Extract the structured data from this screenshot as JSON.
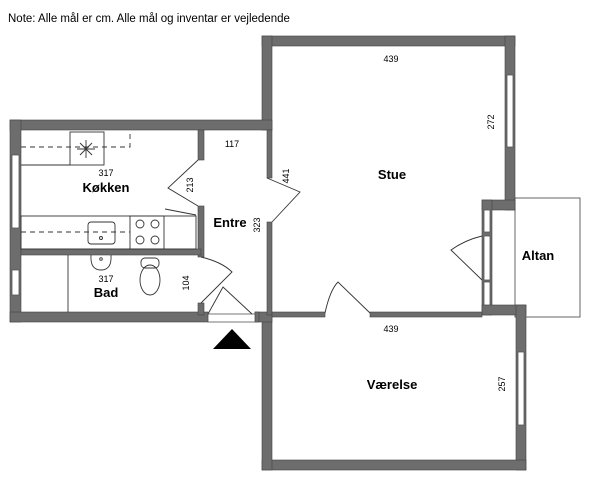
{
  "note": "Note: Alle mål er cm. Alle mål og inventar er vejledende",
  "rooms": {
    "kitchen": {
      "name": "Køkken",
      "dim": "317",
      "dim2": "213"
    },
    "bath": {
      "name": "Bad",
      "dim": "317",
      "dim2": "104"
    },
    "entre": {
      "name": "Entre",
      "dim": "117",
      "dim2": "323"
    },
    "stue": {
      "name": "Stue",
      "dim": "439",
      "dim2": "272",
      "dim3": "441"
    },
    "altan": {
      "name": "Altan"
    },
    "vaerelse": {
      "name": "Værelse",
      "dim": "439",
      "dim2": "257"
    }
  }
}
